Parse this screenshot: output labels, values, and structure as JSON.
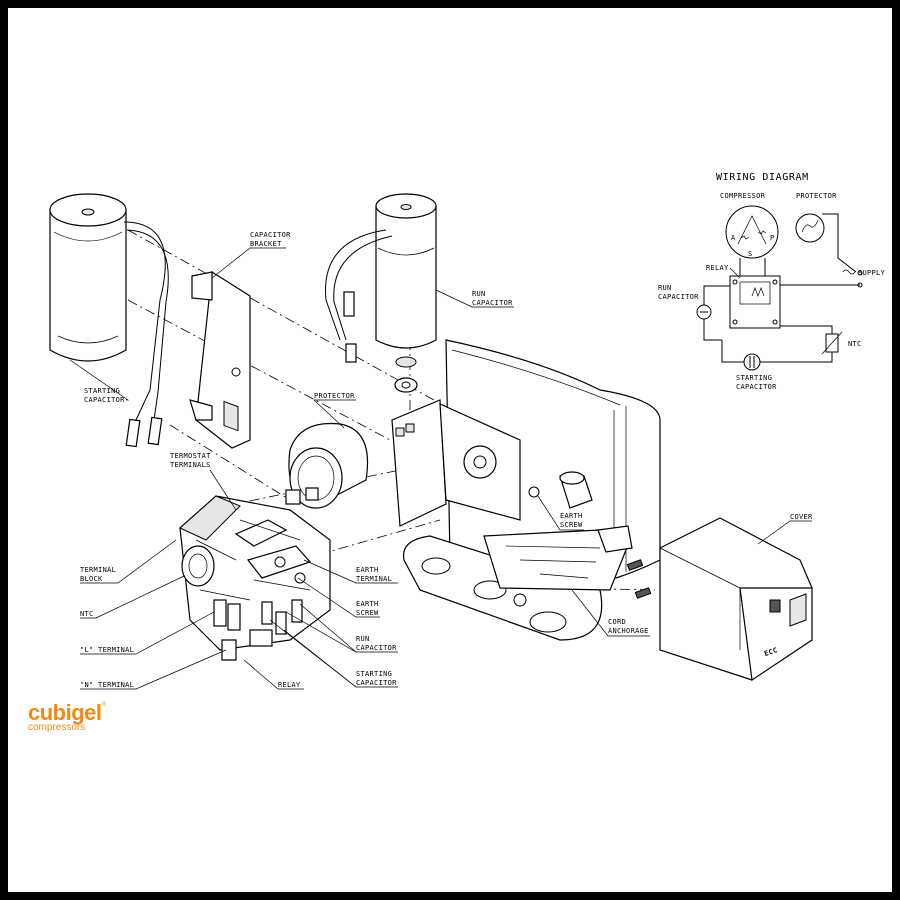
{
  "wiring_diagram": {
    "title": "WIRING DIAGRAM",
    "labels": {
      "compressor": "COMPRESSOR",
      "protector": "PROTECTOR",
      "relay": "RELAY",
      "supply": "SUPPLY",
      "run_capacitor_1": "RUN",
      "run_capacitor_2": "CAPACITOR",
      "ntc": "NTC",
      "starting_capacitor_1": "STARTING",
      "starting_capacitor_2": "CAPACITOR",
      "term_a": "A",
      "term_s": "S",
      "term_p": "P"
    }
  },
  "callouts": {
    "capacitor_bracket": [
      "CAPACITOR",
      "BRACKET"
    ],
    "starting_capacitor_top": [
      "STARTING",
      "CAPACITOR"
    ],
    "run_capacitor_top": [
      "RUN",
      "CAPACITOR"
    ],
    "protector": "PROTECTOR",
    "termostat_terminals": [
      "TERMOSTAT",
      "TERMINALS"
    ],
    "terminal_block": [
      "TERMINAL",
      "BLOCK"
    ],
    "ntc": "NTC",
    "l_terminal": "\"L\" TERMINAL",
    "n_terminal": "\"N\" TERMINAL",
    "relay": "RELAY",
    "earth_terminal": [
      "EARTH",
      "TERMINAL"
    ],
    "earth_screw_lower": [
      "EARTH",
      "SCREW"
    ],
    "run_capacitor_lower": [
      "RUN",
      "CAPACITOR"
    ],
    "starting_capacitor_lower": [
      "STARTING",
      "CAPACITOR"
    ],
    "earth_screw_upper": [
      "EARTH",
      "SCREW"
    ],
    "cord_anchorage": [
      "CORD",
      "ANCHORAGE"
    ],
    "cover": "COVER"
  },
  "brand": {
    "name": "cubigel",
    "registered": "®",
    "tagline": "compressors"
  },
  "cover_marking": "ECC",
  "colors": {
    "brand_orange": "#f08a14",
    "frame": "#000000",
    "paper": "#ffffff"
  }
}
